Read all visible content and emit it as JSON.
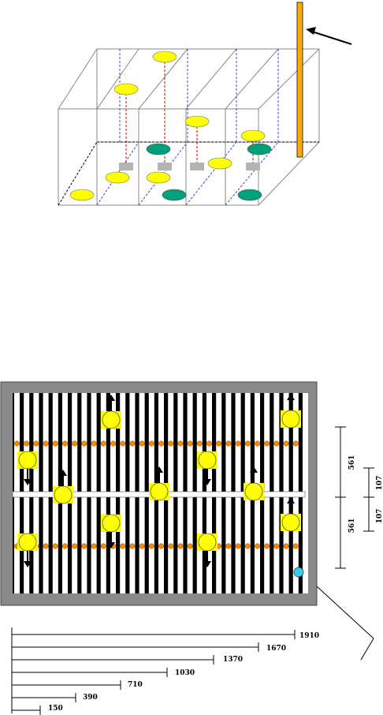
{
  "colors": {
    "yellow": "#ffff00",
    "green": "#00a07a",
    "orange": "#ff8800",
    "cyan": "#33ccee",
    "frame_gray": "#8a8a8a",
    "pole": "#ffaa00",
    "sensor": "#b4b4b4"
  },
  "top_view": {
    "pointer_arrow": "arrow-icon"
  },
  "plan_view": {
    "vertical_dims": {
      "upper": "561",
      "lower": "561",
      "small_upper": "107",
      "small_lower": "107"
    },
    "horizontal_dims": [
      "1910",
      "1670",
      "1370",
      "1030",
      "710",
      "390",
      "150"
    ]
  }
}
